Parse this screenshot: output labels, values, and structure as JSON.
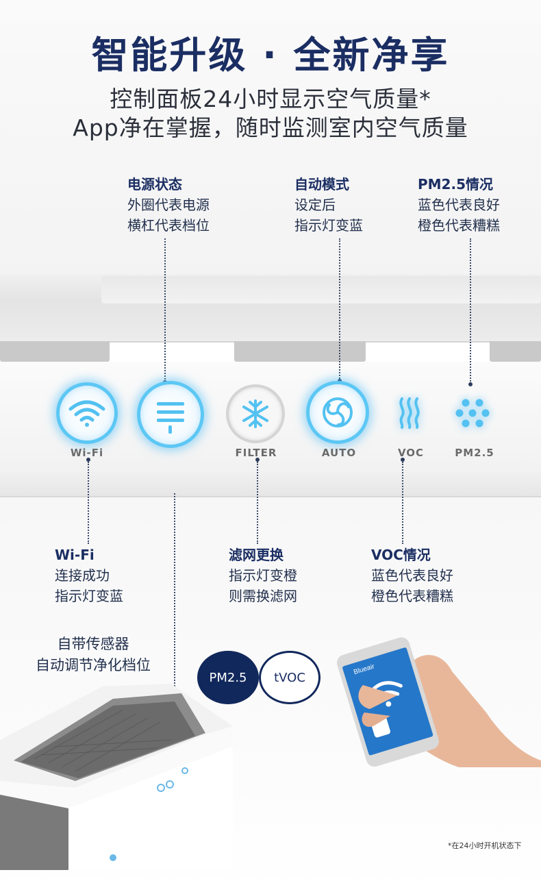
{
  "header": {
    "title": "智能升级 · 全新净享",
    "subtitle_line1": "控制面板24小时显示空气质量*",
    "subtitle_line2": "App净在掌握，随时监测室内空气质量"
  },
  "callouts_top": [
    {
      "heading": "电源状态",
      "line1": "外圈代表电源",
      "line2": "横杠代表档位"
    },
    {
      "heading": "自动模式",
      "line1": "设定后",
      "line2": "指示灯变蓝"
    },
    {
      "heading": "PM2.5情况",
      "line1": "蓝色代表良好",
      "line2": "橙色代表糟糕"
    }
  ],
  "panel_icons": [
    {
      "label": "Wi-Fi",
      "icon": "wifi-icon",
      "lit": true
    },
    {
      "label": "",
      "icon": "power-fan-speed-icon",
      "lit": true
    },
    {
      "label": "FILTER",
      "icon": "filter-icon",
      "lit": false
    },
    {
      "label": "AUTO",
      "icon": "auto-mode-icon",
      "lit": true
    },
    {
      "label": "VOC",
      "icon": "voc-icon",
      "lit": true
    },
    {
      "label": "PM2.5",
      "icon": "pm25-icon",
      "lit": true
    }
  ],
  "callouts_bottom": [
    {
      "heading": "Wi-Fi",
      "line1": "连接成功",
      "line2": "指示灯变蓝"
    },
    {
      "heading": "滤网更换",
      "line1": "指示灯变橙",
      "line2": "则需换滤网"
    },
    {
      "heading": "VOC情况",
      "line1": "蓝色代表良好",
      "line2": "橙色代表糟糕"
    }
  ],
  "sensor_note": {
    "line1": "自带传感器",
    "line2": "自动调节净化档位"
  },
  "badges": {
    "pm25": "PM2.5",
    "tvoc": "tVOC"
  },
  "phone": {
    "brand": "Blueair"
  },
  "footnote": "*在24小时开机状态下",
  "colors": {
    "navy": "#1b2e63",
    "glow_blue": "#5cc7f4",
    "badge_navy": "#11285c"
  }
}
